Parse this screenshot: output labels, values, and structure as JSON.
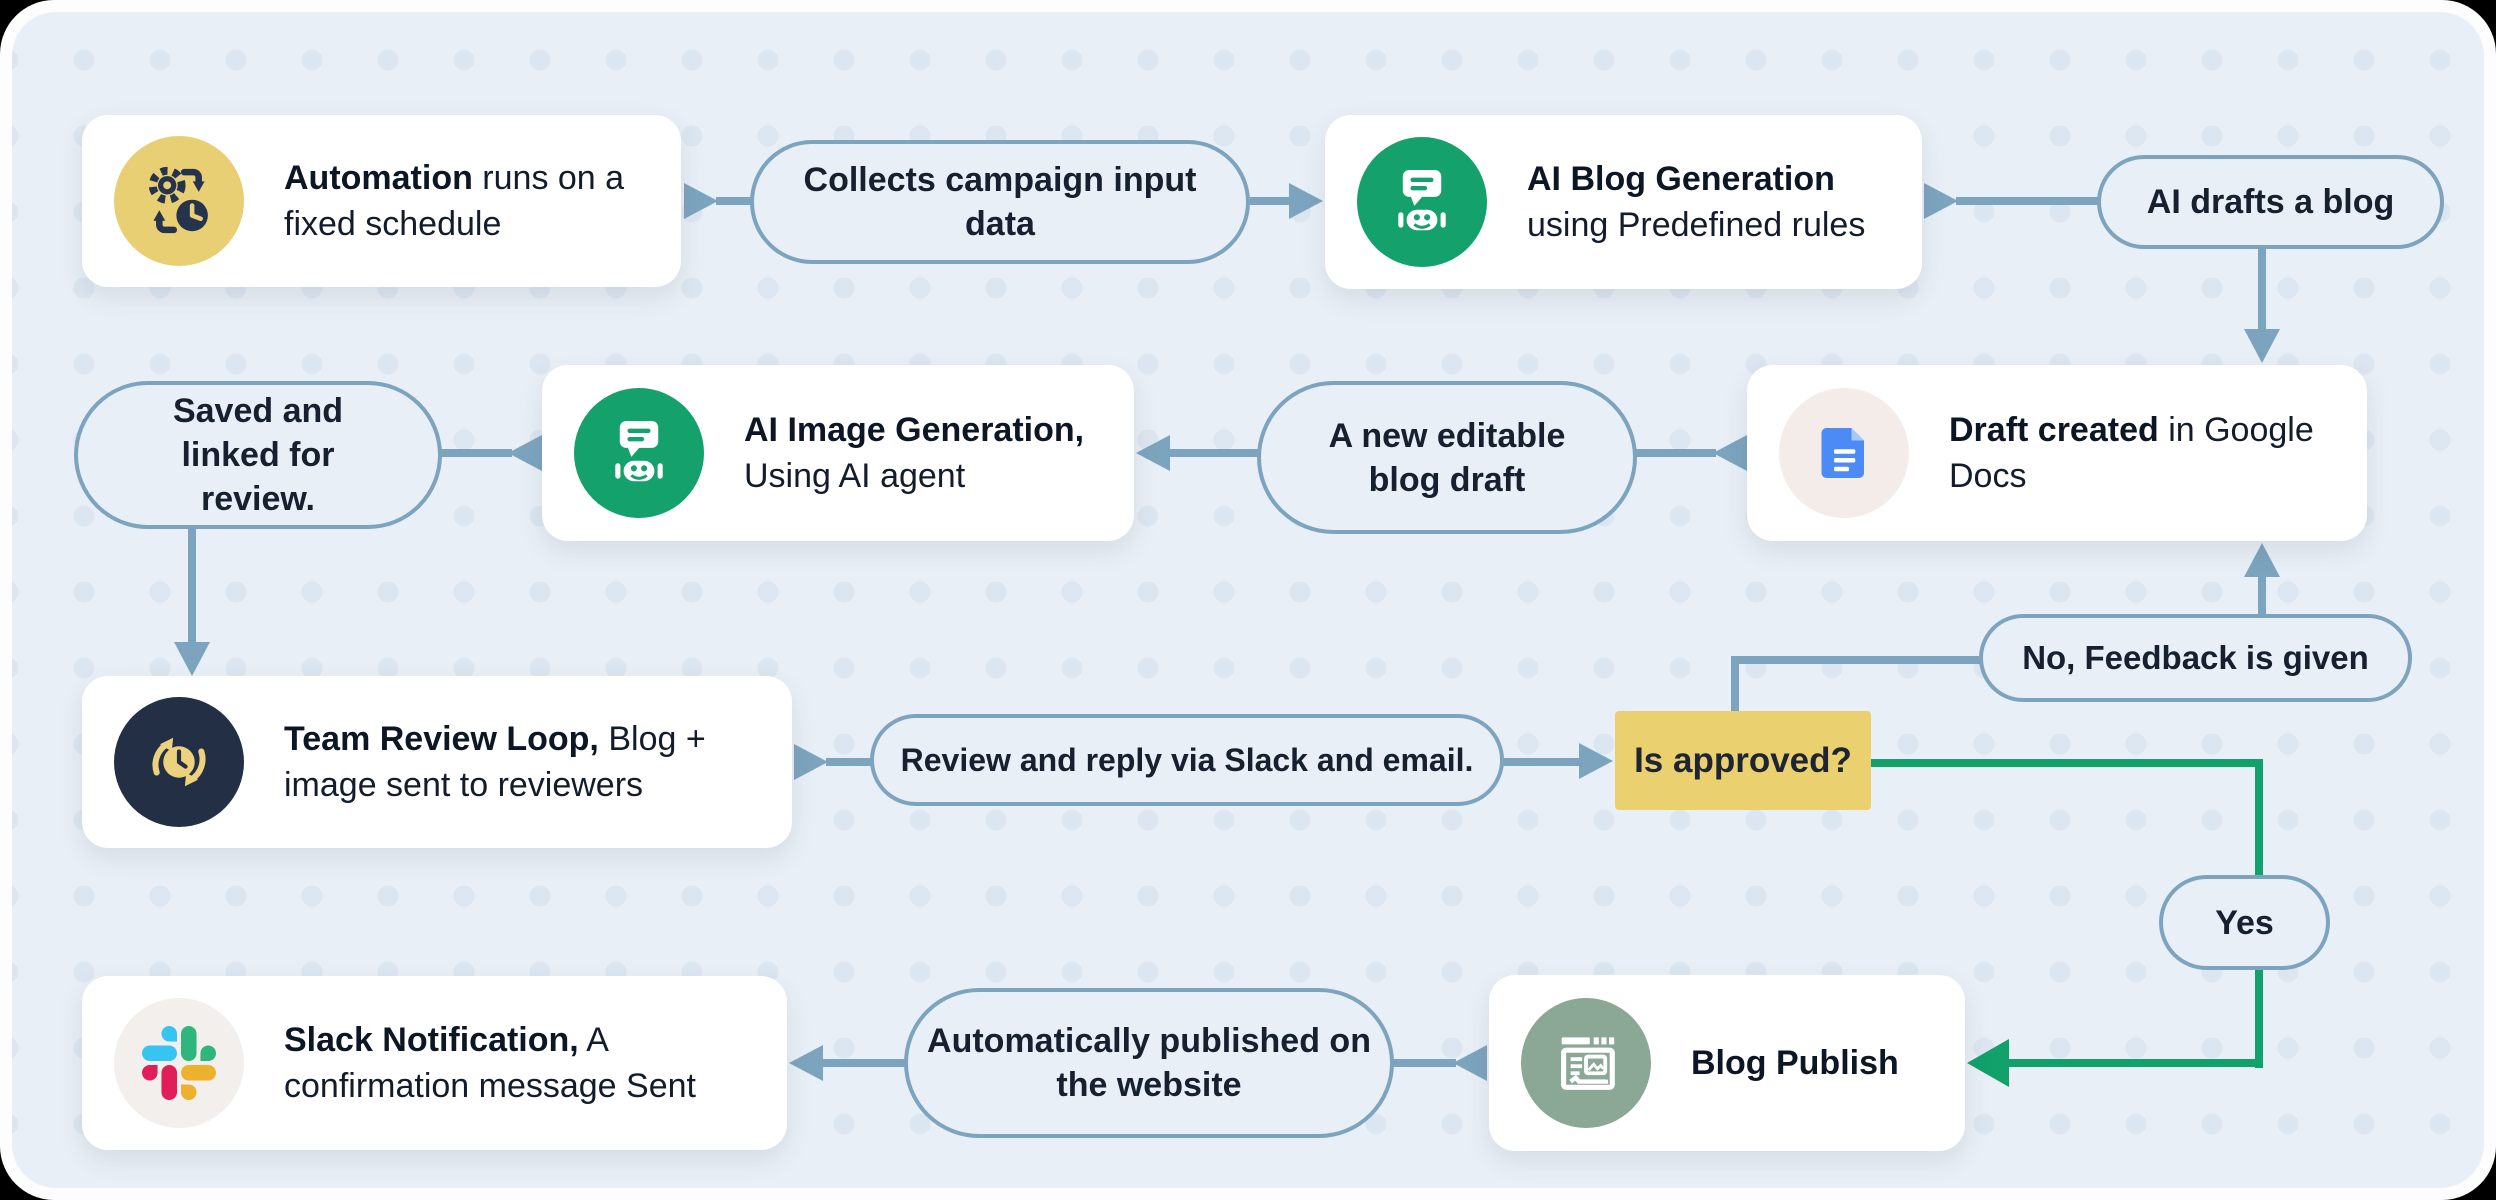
{
  "colors": {
    "canvas_bg": "#e9eff6",
    "dot_pattern": "#dce6f0",
    "connector_blue": "#7da4be",
    "flow_green": "#12a06b",
    "decision_yellow": "#ead06e",
    "node_yellow": "#e8cf74",
    "node_green": "#14a16c",
    "node_navy": "#232f45",
    "node_sage": "#8ba795",
    "docs_blue": "#4c8bf5",
    "text_dark": "#121c2b"
  },
  "nodes": {
    "automation": {
      "title_bold": "Automation",
      "title_rest": " runs on a fixed schedule",
      "icon": "automation-schedule-icon"
    },
    "ai_blog_generation": {
      "title_bold": "AI Blog Generation",
      "title_rest": " using Predefined rules",
      "icon": "ai-robot-icon"
    },
    "draft_created": {
      "title_bold": "Draft created",
      "title_rest": " in Google Docs",
      "icon": "google-docs-icon"
    },
    "ai_image_generation": {
      "title_bold": "AI Image Generation,",
      "title_rest": " Using AI agent",
      "icon": "ai-robot-icon"
    },
    "team_review_loop": {
      "title_bold": "Team Review Loop,",
      "title_rest": " Blog + image sent to reviewers",
      "icon": "review-loop-clock-icon"
    },
    "blog_publish": {
      "title_bold": "Blog Publish",
      "title_rest": "",
      "icon": "blog-publish-icon"
    },
    "slack_notification": {
      "title_bold": "Slack Notification,",
      "title_rest": " A confirmation message Sent",
      "icon": "slack-icon"
    }
  },
  "connectors": {
    "collects_campaign": "Collects campaign input data",
    "ai_drafts": "AI drafts a blog",
    "new_editable": "A new editable blog draft",
    "saved_linked": "Saved and linked for review.",
    "review_reply": "Review and reply via Slack and email.",
    "no_feedback": "No, Feedback is given",
    "yes": "Yes",
    "auto_published": "Automatically published on the website"
  },
  "decision": {
    "label": "Is approved?"
  }
}
